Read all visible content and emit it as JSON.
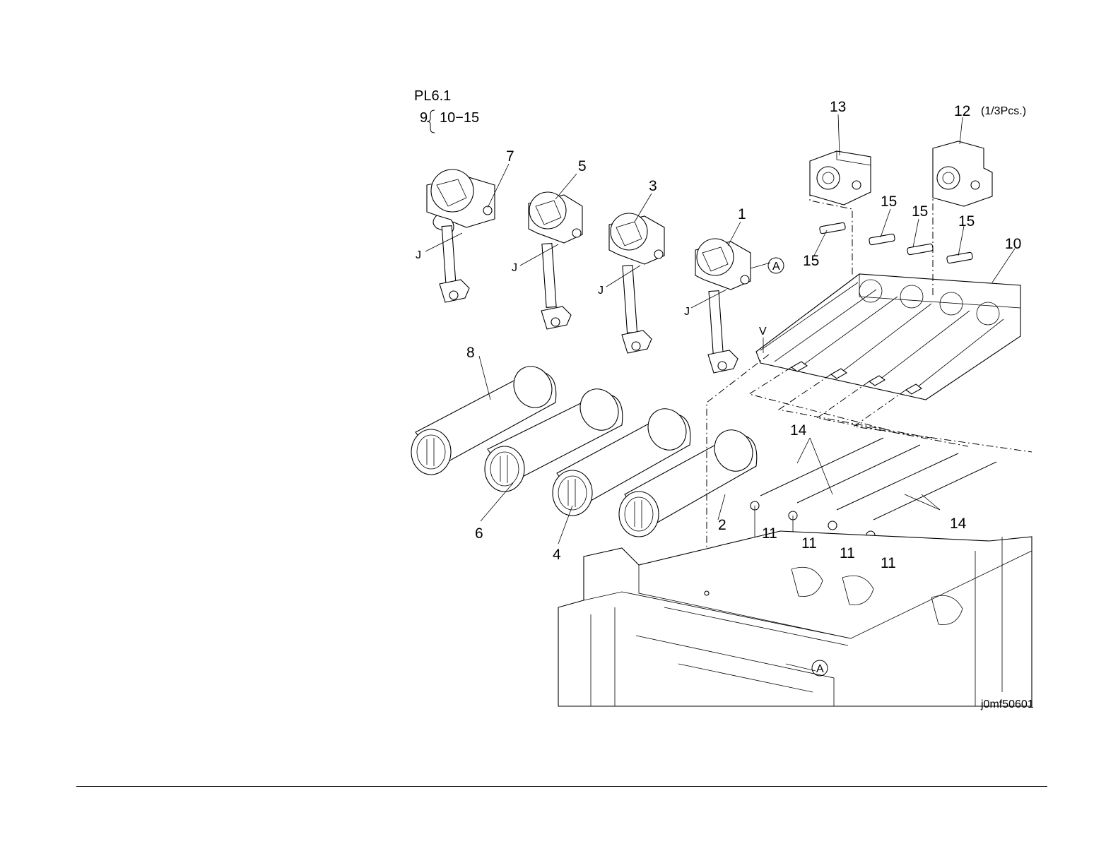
{
  "header": {
    "ref": "PL6.1",
    "assembly_item": "9",
    "assembly_range": "10−15"
  },
  "callouts": {
    "c1": "1",
    "c2": "2",
    "c3": "3",
    "c4": "4",
    "c5": "5",
    "c6": "6",
    "c7": "7",
    "c8": "8",
    "c10": "10",
    "c11": "11",
    "c12": "12",
    "c12_qty": "(1/3Pcs.)",
    "c13": "13",
    "c14": "14",
    "c15": "15",
    "j": "J",
    "v": "V",
    "a": "A"
  },
  "figure_id": "j0mf50601"
}
